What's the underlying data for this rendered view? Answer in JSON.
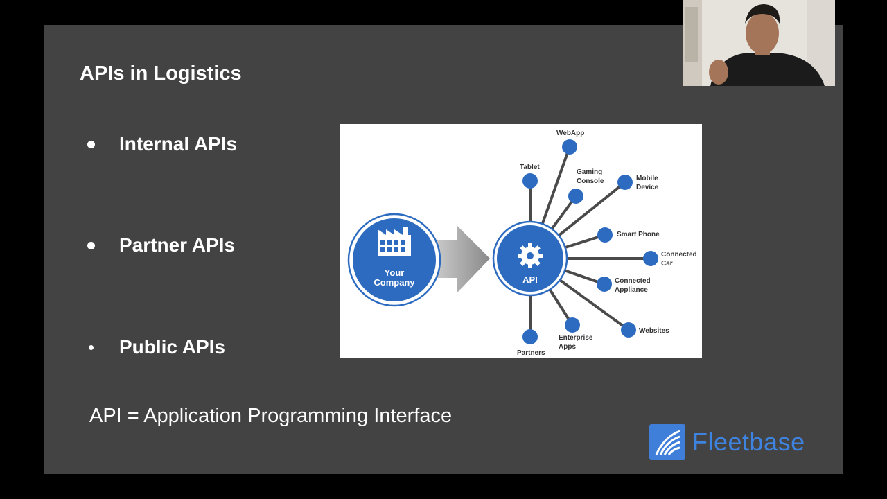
{
  "slide": {
    "title": "APIs in Logistics",
    "bullets": [
      "Internal APIs",
      "Partner APIs",
      "Public APIs"
    ],
    "definition": "API = Application Programming Interface"
  },
  "diagram": {
    "company_label_line1": "Your",
    "company_label_line2": "Company",
    "hub_label": "API",
    "nodes": {
      "webapp": "WebApp",
      "tablet": "Tablet",
      "gaming_1": "Gaming",
      "gaming_2": "Console",
      "mobile_1": "Mobile",
      "mobile_2": "Device",
      "smartphone": "Smart Phone",
      "car_1": "Connected",
      "car_2": "Car",
      "appliance_1": "Connected",
      "appliance_2": "Appliance",
      "websites": "Websites",
      "enterprise_1": "Enterprise",
      "enterprise_2": "Apps",
      "partners": "Partners"
    }
  },
  "brand": {
    "name": "Fleetbase"
  },
  "colors": {
    "slide_bg": "#434343",
    "accent_blue": "#2c6bc0",
    "brand_blue": "#3f83e0"
  }
}
